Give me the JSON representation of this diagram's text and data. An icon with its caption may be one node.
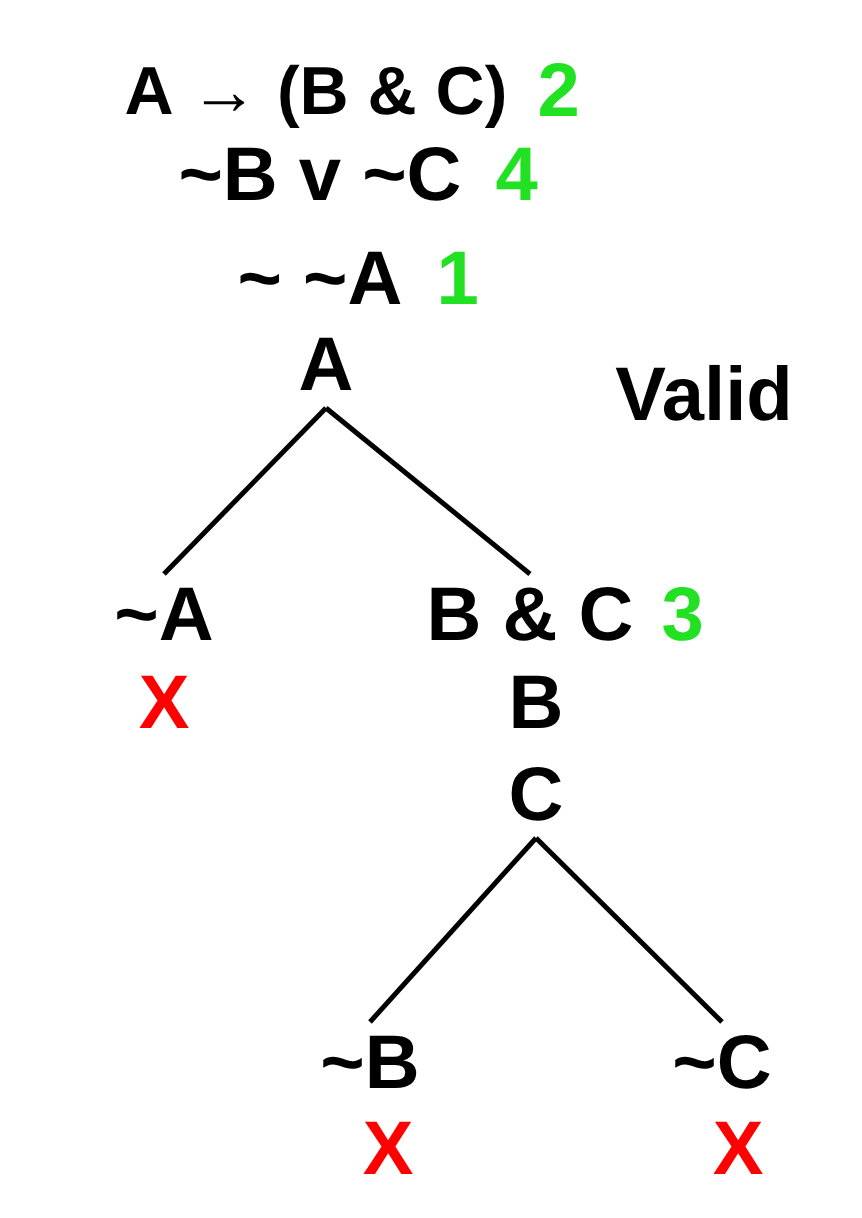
{
  "diagram": {
    "nodes": [
      {
        "text": [
          "A → (B & C)"
        ],
        "beside": [
          "2"
        ]
      },
      {
        "text": [
          "~B v ~C"
        ],
        "beside": [
          "4"
        ]
      },
      {
        "text": [
          "~ ~A"
        ],
        "beside": [
          "1"
        ]
      },
      {
        "text": [
          "A"
        ]
      },
      {
        "text": [
          "~A"
        ],
        "beside": [
          "X"
        ]
      },
      {
        "text": [
          "B & C"
        ],
        "beside": [
          "3"
        ]
      },
      {
        "text": [
          "B"
        ]
      },
      {
        "text": [
          "C"
        ]
      },
      {
        "text": [
          "~B"
        ],
        "beside": [
          "X"
        ]
      },
      {
        "text": [
          "~C"
        ],
        "beside": [
          "X"
        ]
      }
    ],
    "edges": [
      {
        "from": 3,
        "to": 4,
        "arrow": "none"
      },
      {
        "from": 3,
        "to": 5,
        "arrow": "none"
      },
      {
        "from": 7,
        "to": 8,
        "arrow": "none"
      },
      {
        "from": 7,
        "to": 9,
        "arrow": "none"
      }
    ],
    "labels": [
      "Valid"
    ]
  }
}
